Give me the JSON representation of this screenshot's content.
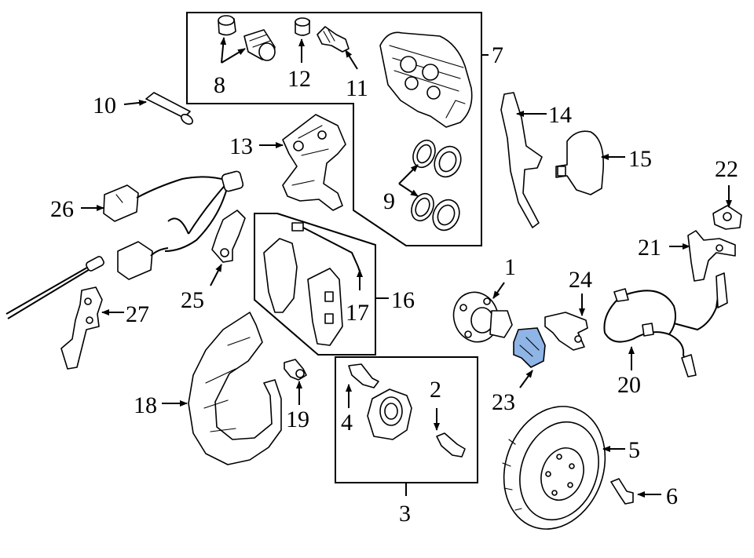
{
  "highlight_color": "#8fb4e6",
  "callouts": {
    "n1": "1",
    "n2": "2",
    "n3": "3",
    "n4": "4",
    "n5": "5",
    "n6": "6",
    "n7": "7",
    "n8": "8",
    "n9": "9",
    "n10": "10",
    "n11": "11",
    "n12": "12",
    "n13": "13",
    "n14": "14",
    "n15": "15",
    "n16": "16",
    "n17": "17",
    "n18": "18",
    "n19": "19",
    "n20": "20",
    "n21": "21",
    "n22": "22",
    "n23": "23",
    "n24": "24",
    "n25": "25",
    "n26": "26",
    "n27": "27"
  }
}
